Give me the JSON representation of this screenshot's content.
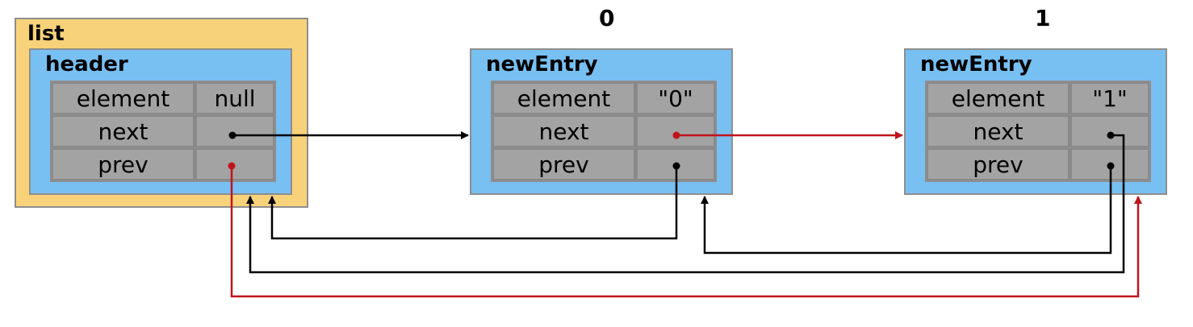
{
  "list": {
    "label": "list"
  },
  "header": {
    "label": "header",
    "fields": [
      {
        "name": "element",
        "value": "null"
      },
      {
        "name": "next",
        "value": ""
      },
      {
        "name": "prev",
        "value": ""
      }
    ]
  },
  "entries": [
    {
      "index": "0",
      "label": "newEntry",
      "fields": [
        {
          "name": "element",
          "value": "\"0\""
        },
        {
          "name": "next",
          "value": ""
        },
        {
          "name": "prev",
          "value": ""
        }
      ]
    },
    {
      "index": "1",
      "label": "newEntry",
      "fields": [
        {
          "name": "element",
          "value": "\"1\""
        },
        {
          "name": "next",
          "value": ""
        },
        {
          "name": "prev",
          "value": ""
        }
      ]
    }
  ],
  "colors": {
    "black_link": "#000000",
    "red_link": "#c0141c",
    "list_bg": "#f8d27a",
    "node_bg": "#78bff2"
  }
}
